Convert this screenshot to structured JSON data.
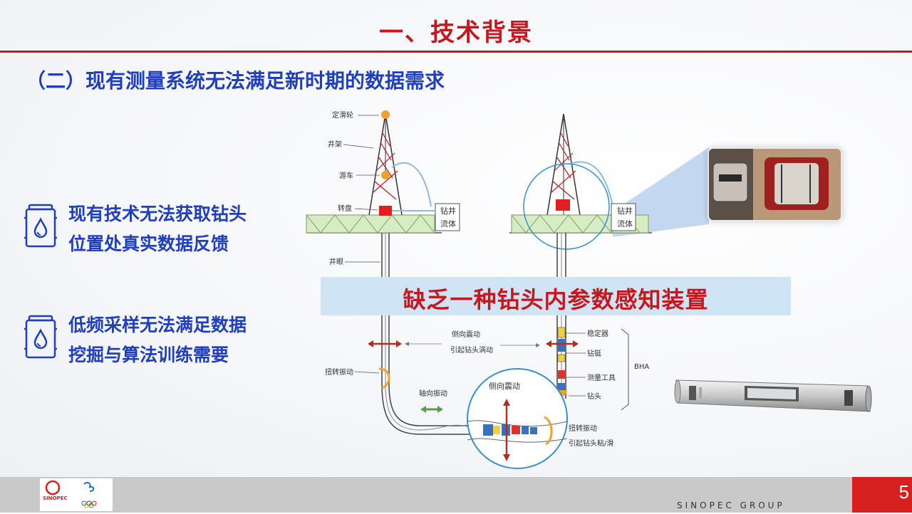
{
  "title": "一、技术背景",
  "subtitle": "（二）现有测量系统无法满足新时期的数据需求",
  "bullets": [
    {
      "icon": "oil-drum-icon",
      "line1": "现有技术无法获取钻头",
      "line2": "位置处真实数据反馈"
    },
    {
      "icon": "oil-drum-icon",
      "line1": "低频采样无法满足数据",
      "line2": "挖掘与算法训练需要"
    }
  ],
  "banner": "缺乏一种钻头内参数感知装置",
  "diagram": {
    "left_labels": {
      "crown_block": "定滑轮",
      "derrick": "井架",
      "traveling_block": "游车",
      "rotary_table": "转盘",
      "wellbore": "井眼",
      "torsional_vibration": "扭转振动"
    },
    "fluid_label_line1": "钻井",
    "fluid_label_line2": "流体",
    "lateral_vibration": "侧向震动",
    "lateral_cause": "引起钻头涡动",
    "axial_vibration": "轴向振动",
    "circle_lateral": "侧向震动",
    "circle_torsional": "扭转振动",
    "circle_stickslip": "引起钻头粘/滑",
    "bha_components": [
      "稳定器",
      "钻铤",
      "测量工具",
      "钻头"
    ],
    "bha_label": "BHA"
  },
  "footer": {
    "group_text": "SINOPEC GROUP",
    "page_number": "5",
    "logo_text": "SINOPEC"
  },
  "colors": {
    "title_red": "#c8161d",
    "subtitle_blue": "#1f3fbf",
    "banner_bg": "#cfe4f5",
    "footer_gray": "#c9c9c9",
    "page_box_red": "#d7211f"
  }
}
